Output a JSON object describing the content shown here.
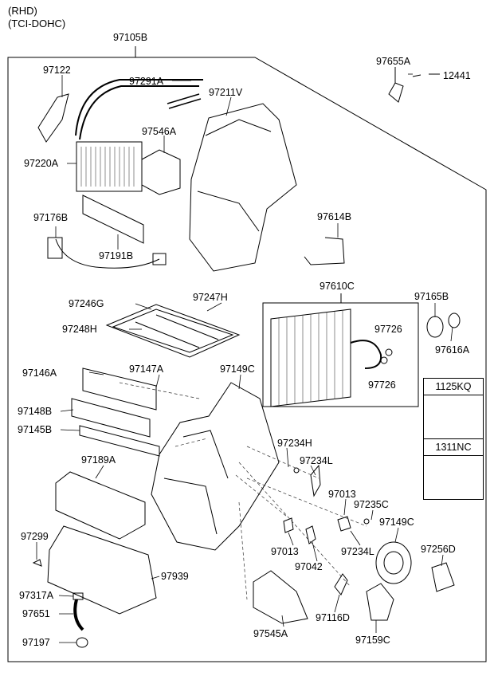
{
  "header": {
    "line1": "(RHD)",
    "line2": "(TCI-DOHC)"
  },
  "parts": {
    "p97105B": "97105B",
    "p97122": "97122",
    "p97291A": "97291A",
    "p97211V": "97211V",
    "p97546A": "97546A",
    "p97220A": "97220A",
    "p97176B": "97176B",
    "p97191B": "97191B",
    "p97655A": "97655A",
    "p12441": "12441",
    "p97614B": "97614B",
    "p97610C": "97610C",
    "p97165B": "97165B",
    "p97616A": "97616A",
    "p97726a": "97726",
    "p97726b": "97726",
    "p97246G": "97246G",
    "p97247H": "97247H",
    "p97248H": "97248H",
    "p97146A": "97146A",
    "p97147A": "97147A",
    "p97149Ca": "97149C",
    "p97148B": "97148B",
    "p97145B": "97145B",
    "p97189A": "97189A",
    "p97234Ha": "97234H",
    "p97234La": "97234L",
    "p97013a": "97013",
    "p97235C": "97235C",
    "p97149Cb": "97149C",
    "p97256D": "97256D",
    "p97013b": "97013",
    "p97042": "97042",
    "p97234Lb": "97234L",
    "p97299": "97299",
    "p97939": "97939",
    "p97317A": "97317A",
    "p97651": "97651",
    "p97197": "97197",
    "p97545A": "97545A",
    "p97116D": "97116D",
    "p97159C": "97159C"
  },
  "legend": {
    "item1": "1125KQ",
    "item2": "1311NC"
  }
}
